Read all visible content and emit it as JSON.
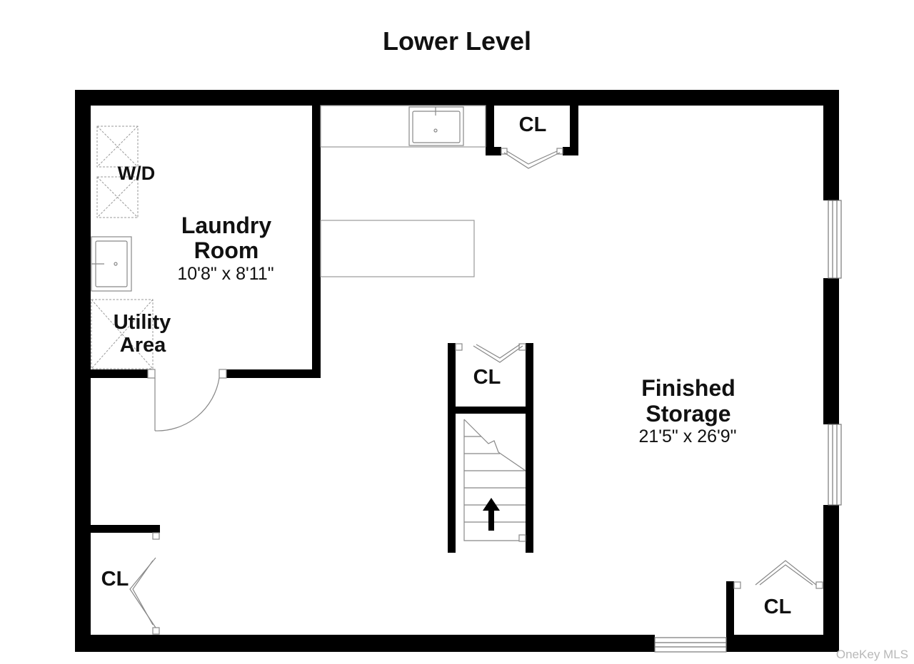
{
  "title": "Lower Level",
  "rooms": {
    "laundry": {
      "name_line1": "Laundry",
      "name_line2": "Room",
      "dimensions": "10'8\" x 8'11\""
    },
    "storage": {
      "name_line1": "Finished",
      "name_line2": "Storage",
      "dimensions": "21'5\" x 26'9\""
    },
    "utility": {
      "name_line1": "Utility",
      "name_line2": "Area"
    }
  },
  "fixtures": {
    "washer_dryer": "W/D"
  },
  "closets": {
    "top": "CL",
    "stair": "CL",
    "bottom_left": "CL",
    "bottom_right": "CL"
  },
  "watermark": "OneKey MLS",
  "colors": {
    "wall": "#000000",
    "line": "#888888",
    "background": "#ffffff"
  }
}
